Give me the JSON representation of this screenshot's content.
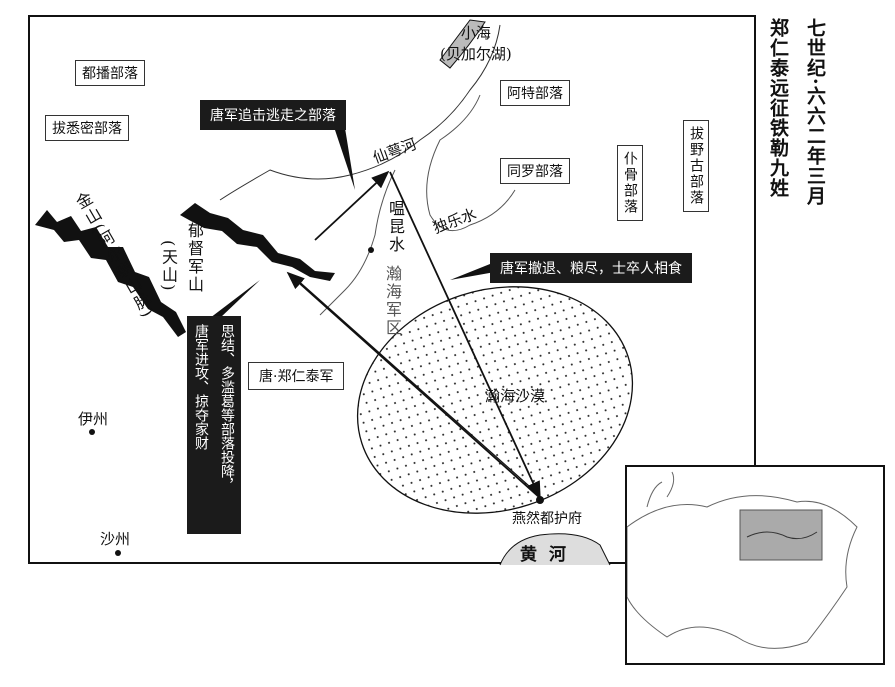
{
  "title": {
    "line1": "七世纪·六六二年三月",
    "line2": "郑仁泰远征铁勒九姓"
  },
  "tribes": {
    "dubo": "都播部落",
    "baximi": "拔悉密部落",
    "ate": "阿特部落",
    "tongluo": "同罗部落",
    "pugu": "仆骨部落",
    "bayegu": "拔野古部落"
  },
  "lake": {
    "name": "小海",
    "alt": "(贝加尔湖)"
  },
  "rivers": {
    "xiane": "仙萼河",
    "wenkun": "嗢昆水",
    "dule": "独乐水",
    "huanghe": "黄河"
  },
  "mountains": {
    "jinshan": "金山(阿尔泰山脉)",
    "yudujun": "郁督军山",
    "tianshan": "(天山)"
  },
  "places": {
    "hanhai_mil": "瀚海军区",
    "desert": "瀚海沙漠",
    "yizhou": "伊州",
    "shazhou": "沙州",
    "yanran": "燕然都护府"
  },
  "callouts": {
    "pursue": "唐军追击逃走之部落",
    "retreat": "唐军撤退、粮尽，士卒人相食",
    "army": "唐·郑仁泰军",
    "surrender1": "思结、多滥葛等部落投降，",
    "surrender2": "唐军进攻、掠夺家财"
  }
}
